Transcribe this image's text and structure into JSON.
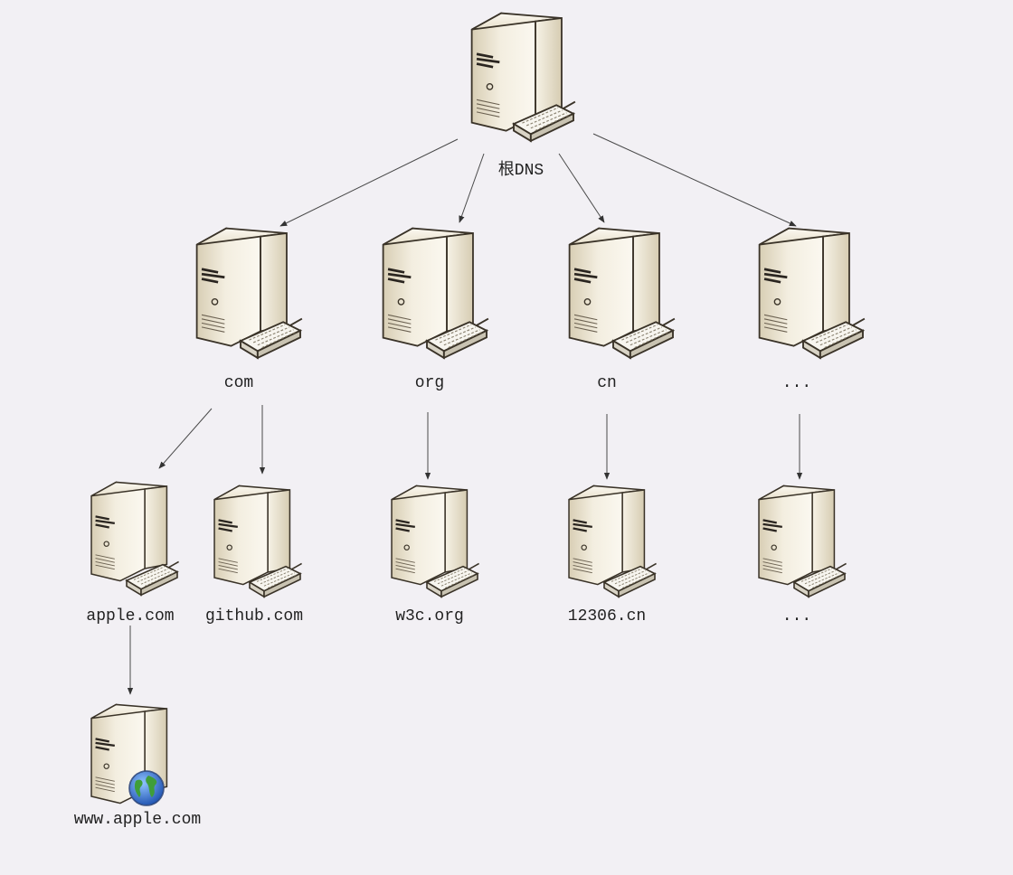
{
  "diagram": {
    "nodes": [
      {
        "id": "root",
        "label": "根DNS"
      },
      {
        "id": "com",
        "label": "com"
      },
      {
        "id": "org",
        "label": "org"
      },
      {
        "id": "cn",
        "label": "cn"
      },
      {
        "id": "more1",
        "label": "..."
      },
      {
        "id": "apple",
        "label": "apple.com"
      },
      {
        "id": "github",
        "label": "github.com"
      },
      {
        "id": "w3c",
        "label": "w3c.org"
      },
      {
        "id": "n12306",
        "label": "12306.cn"
      },
      {
        "id": "more2",
        "label": "..."
      },
      {
        "id": "wwwapple",
        "label": "www.apple.com"
      }
    ],
    "edges": [
      {
        "from": "root",
        "to": "com"
      },
      {
        "from": "root",
        "to": "org"
      },
      {
        "from": "root",
        "to": "cn"
      },
      {
        "from": "root",
        "to": "more1"
      },
      {
        "from": "com",
        "to": "apple"
      },
      {
        "from": "com",
        "to": "github"
      },
      {
        "from": "org",
        "to": "w3c"
      },
      {
        "from": "cn",
        "to": "n12306"
      },
      {
        "from": "more1",
        "to": "more2"
      },
      {
        "from": "apple",
        "to": "wwwapple"
      }
    ],
    "icons": {
      "server": "server-icon",
      "keyboard": "keyboard-icon",
      "globe": "globe-icon"
    }
  }
}
